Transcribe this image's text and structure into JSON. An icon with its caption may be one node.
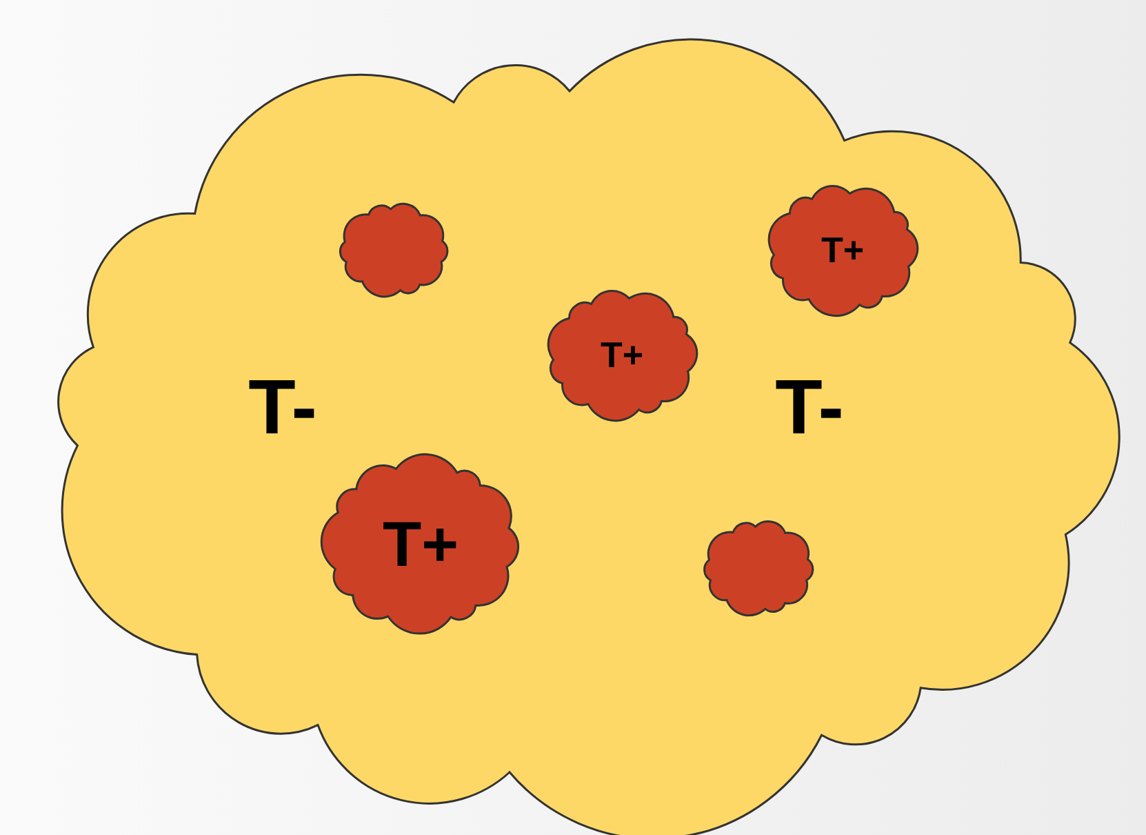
{
  "diagram": {
    "nodes": [
      {
        "text": [
          "T-",
          "T-"
        ]
      },
      {
        "text": [],
        "shape": "cloud",
        "in": 0
      },
      {
        "text": [
          "T+"
        ],
        "in": 0
      },
      {
        "text": [
          "T+"
        ],
        "in": 0
      },
      {
        "text": [
          "T+"
        ],
        "in": 0
      },
      {
        "text": [],
        "shape": "cloud",
        "in": 0
      }
    ]
  }
}
